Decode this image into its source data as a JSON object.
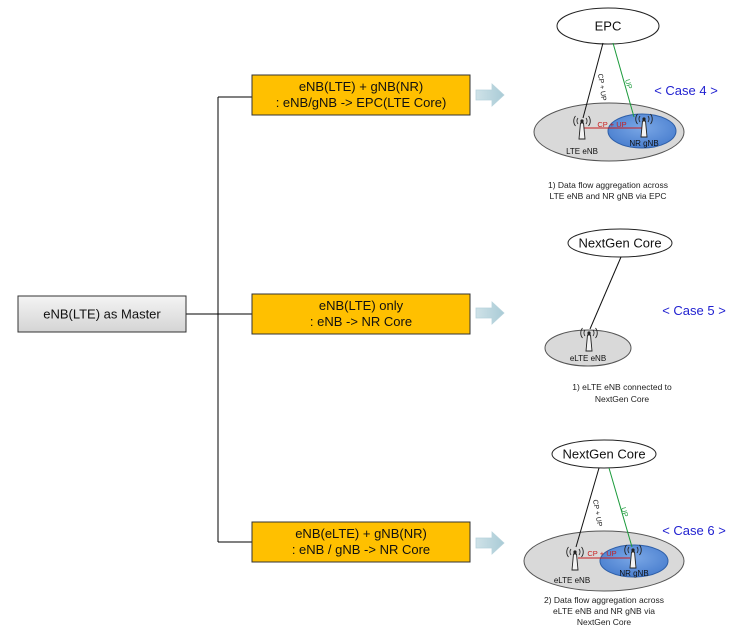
{
  "root": {
    "label": "eNB(LTE) as Master"
  },
  "options": [
    {
      "line1": "eNB(LTE) + gNB(NR)",
      "line2": ": eNB/gNB -> EPC(LTE Core)"
    },
    {
      "line1": "eNB(LTE) only",
      "line2": ": eNB -> NR Core"
    },
    {
      "line1": "eNB(eLTE) + gNB(NR)",
      "line2": ": eNB / gNB -> NR Core"
    }
  ],
  "case4": {
    "core": "EPC",
    "case_label": "< Case 4 >",
    "lte_label": "LTE eNB",
    "nr_label": "NR gNB",
    "cp_up": "CP + UP",
    "up": "UP",
    "link": "CP + UP",
    "caption": [
      "1) Data flow aggregation across",
      "LTE eNB and NR gNB via EPC"
    ]
  },
  "case5": {
    "core": "NextGen Core",
    "case_label": "< Case 5 >",
    "elte_label": "eLTE eNB",
    "caption": [
      "1) eLTE eNB connected to",
      "NextGen Core"
    ]
  },
  "case6": {
    "core": "NextGen Core",
    "case_label": "< Case 6 >",
    "elte_label": "eLTE eNB",
    "nr_label": "NR gNB",
    "cp_up": "CP + UP",
    "up": "UP",
    "link": "CP + UP",
    "caption": [
      "2) Data flow aggregation across",
      "eLTE eNB and NR gNB via",
      "NextGen Core"
    ]
  },
  "colors": {
    "option_fill": "#FFC000",
    "case_text": "#1f1fd0",
    "up_line": "#1a9a3a",
    "cp_line": "#c81e1e",
    "nr_fill": "#5b8fd6",
    "cell_fill": "#d9d9d9"
  }
}
